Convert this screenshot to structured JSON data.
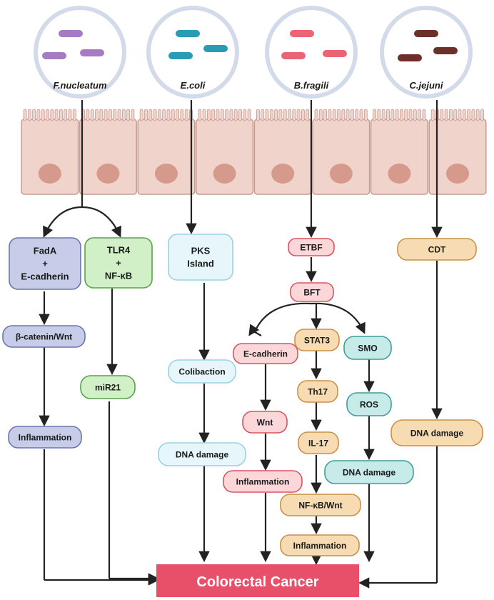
{
  "bacteria": [
    {
      "name": "F.nucleatum",
      "color": "#a67bc3"
    },
    {
      "name": "E.coli",
      "color": "#2a9bb5"
    },
    {
      "name": "B.fragili",
      "color": "#ea6574"
    },
    {
      "name": "C.jejuni",
      "color": "#6e2e2a"
    }
  ],
  "pathways": {
    "fnucleatum_a": {
      "box1": [
        "FadA",
        "+",
        "E-cadherin"
      ],
      "box2": "β-catenin/Wnt",
      "box3": "Inflammation"
    },
    "fnucleatum_b": {
      "box1": [
        "TLR4",
        "+",
        "NF-κB"
      ],
      "box2": "miR21"
    },
    "ecoli": {
      "box1": [
        "PKS",
        "Island"
      ],
      "box2": "Colibaction",
      "box3": "DNA damage"
    },
    "bfragili": {
      "etbf": "ETBF",
      "bft": "BFT",
      "left": [
        "E-cadherin",
        "Wnt",
        "Inflammation"
      ],
      "mid": [
        "STAT3",
        "Th17",
        "IL-17",
        "NF-κB/Wnt",
        "Inflammation"
      ],
      "right": [
        "SMO",
        "ROS",
        "DNA damage"
      ]
    },
    "cjejuni": {
      "box1": "CDT",
      "box2": "DNA damage"
    }
  },
  "outcome": "Colorectal Cancer",
  "colors": {
    "purple_fill": "#c7cde8",
    "purple_stroke": "#6b74b0",
    "green_fill": "#d2f0c8",
    "green_stroke": "#5aa14c",
    "cyan_fill": "#e6f6fb",
    "cyan_stroke": "#9ad2e3",
    "pink_fill": "#fbd7da",
    "pink_stroke": "#d9545f",
    "orange_fill": "#f7dcb3",
    "orange_stroke": "#c99048",
    "teal_fill": "#c6ebe8",
    "teal_stroke": "#3f9e98",
    "cancer": "#e8506a",
    "cell_fill": "#f0d3cb",
    "cell_stroke": "#c79c91",
    "nucleus": "#d69a8d"
  }
}
